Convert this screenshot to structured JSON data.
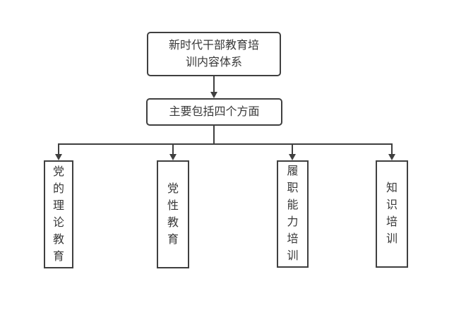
{
  "diagram": {
    "root_label": "新时代干部教育培\n训内容体系",
    "level2_label": "主要包括四个方面",
    "branches": [
      {
        "label": "党的理论教育"
      },
      {
        "label": "党性教育"
      },
      {
        "label": "履职能力培训"
      },
      {
        "label": "知识培训"
      }
    ],
    "colors": {
      "line": "#3f3f3f",
      "text": "#383838",
      "background": "#ffffff",
      "box_fill": "#ffffff"
    }
  }
}
